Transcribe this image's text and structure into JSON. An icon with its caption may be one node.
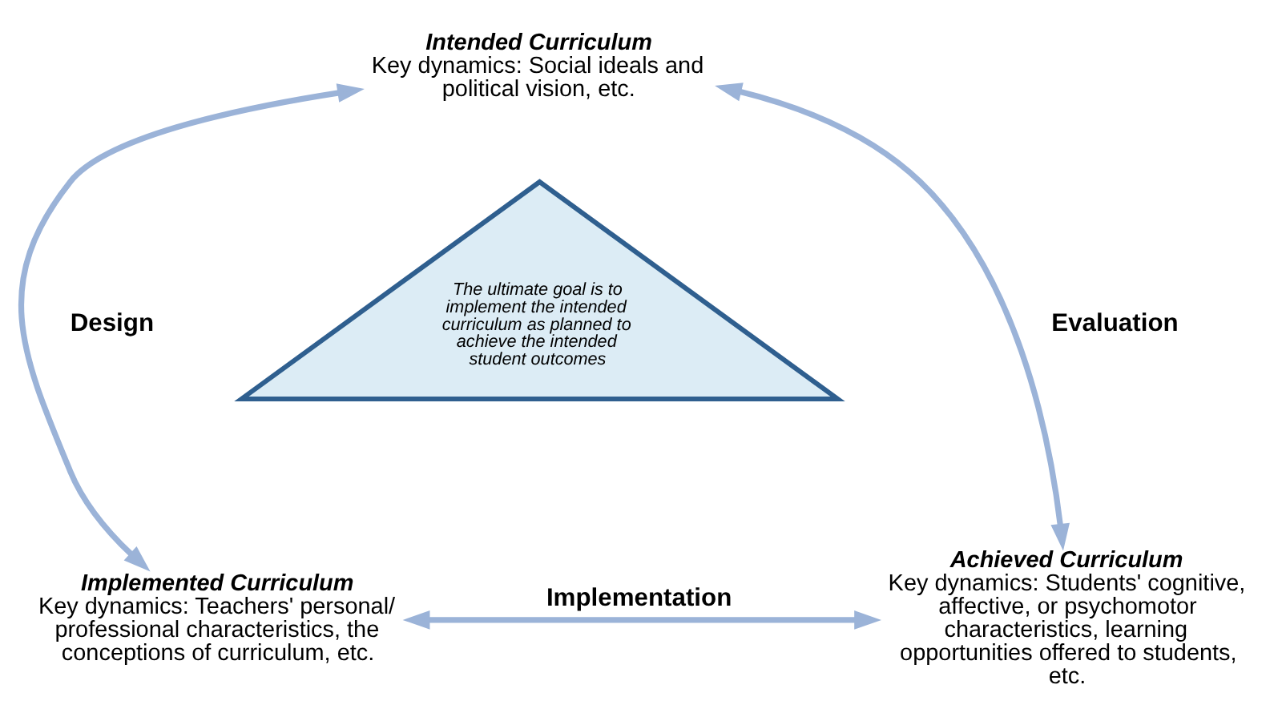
{
  "diagram": {
    "nodes": [
      {
        "text": [
          "Intended Curriculum",
          "Key dynamics: Social ideals and political vision, etc."
        ]
      },
      {
        "text": [
          "The ultimate goal is to implement the intended curriculum as planned to achieve the intended student outcomes"
        ]
      },
      {
        "text": [
          "Implemented Curriculum",
          "Key dynamics: Teachers' personal/ professional characteristics, the conceptions of curriculum, etc."
        ]
      },
      {
        "text": [
          "Achieved Curriculum",
          "Key dynamics: Students' cognitive, affective, or psychomotor characteristics, learning opportunities offered to students, etc."
        ]
      }
    ],
    "edges": [
      {
        "from": 0,
        "to": 2,
        "arrow": "both",
        "label": "Design"
      },
      {
        "from": 0,
        "to": 3,
        "arrow": "both",
        "label": "Evaluation"
      },
      {
        "from": 2,
        "to": 3,
        "arrow": "both",
        "label": "Implementation"
      }
    ]
  }
}
